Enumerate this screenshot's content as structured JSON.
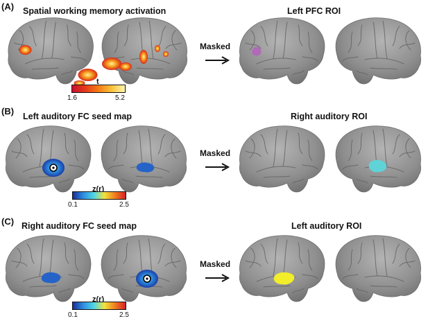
{
  "panels": [
    {
      "letter": "(A)",
      "left_title": "Spatial working memory activation",
      "right_title": "Left PFC ROI",
      "arrow_label": "Masked",
      "colorbar": {
        "title": "t",
        "min": "1.6",
        "max": "5.2",
        "colors": [
          "#c8102e",
          "#e53a1a",
          "#f47c16",
          "#f9c23a",
          "#fff6b0"
        ]
      },
      "roi_color": "#b06ab8"
    },
    {
      "letter": "(B)",
      "left_title": "Left auditory FC seed map",
      "right_title": "Right auditory ROI",
      "arrow_label": "Masked",
      "colorbar": {
        "title": "z(r)",
        "min": "0.1",
        "max": "2.5",
        "colors": [
          "#1a2e9a",
          "#2f8ee0",
          "#4fd6e6",
          "#f3e23c",
          "#f07d1f",
          "#d6202a"
        ]
      },
      "roi_color": "#5fd3d8"
    },
    {
      "letter": "(C)",
      "left_title": "Right auditory FC seed map",
      "right_title": "Left auditory ROI",
      "arrow_label": "Masked",
      "colorbar": {
        "title": "z(r)",
        "min": "0.1",
        "max": "2.5",
        "colors": [
          "#1a2e9a",
          "#2f8ee0",
          "#4fd6e6",
          "#f3e23c",
          "#f07d1f",
          "#d6202a"
        ]
      },
      "roi_color": "#f2ee2a"
    }
  ]
}
